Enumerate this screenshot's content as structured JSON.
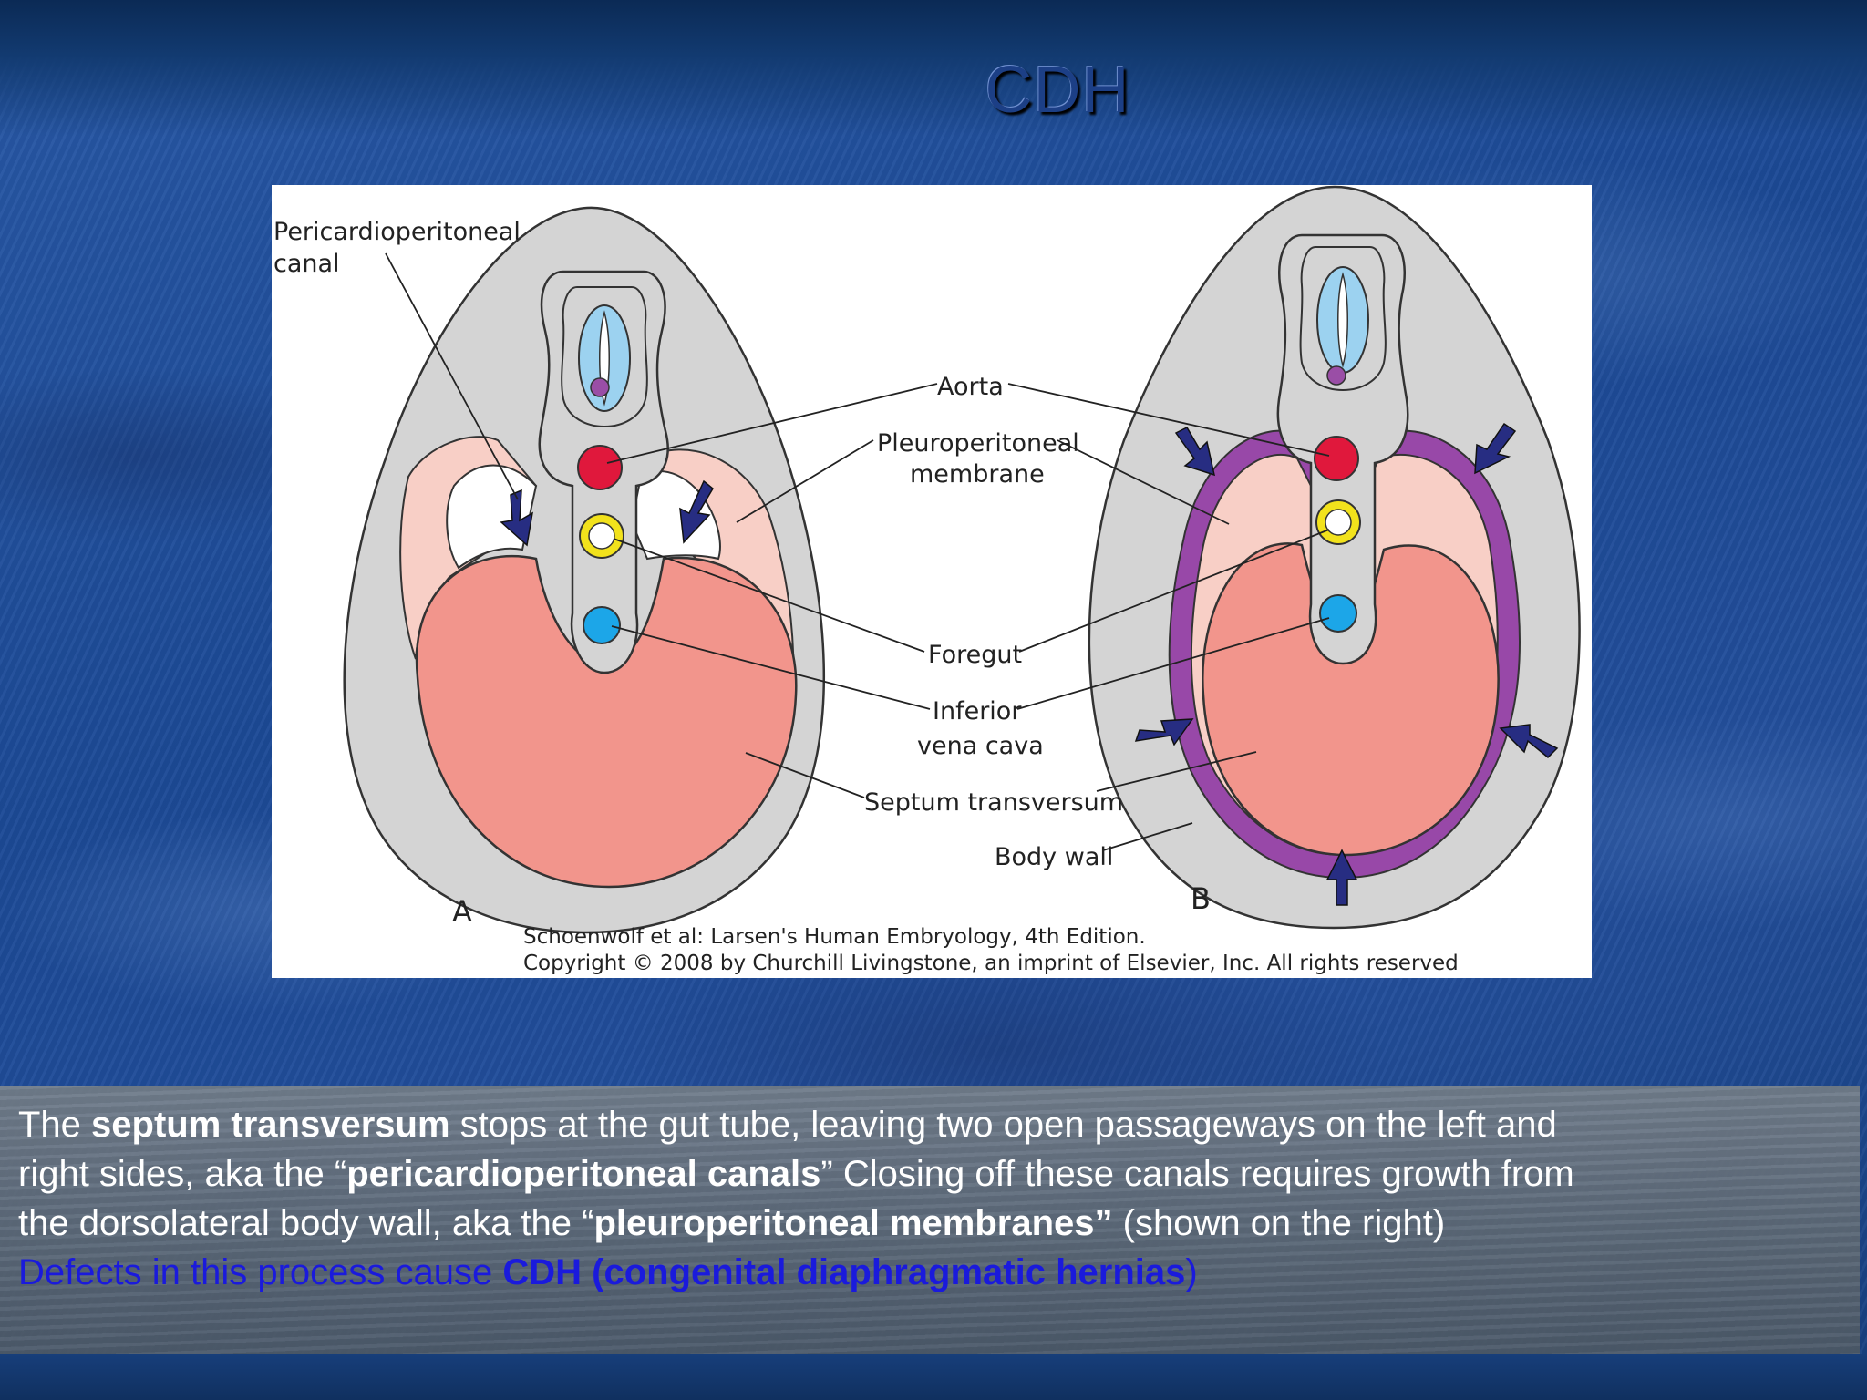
{
  "slide": {
    "title": "CDH"
  },
  "figure": {
    "panel_a_letter": "A",
    "panel_b_letter": "B",
    "labels": {
      "pericardioperitoneal_1": "Pericardioperitoneal",
      "pericardioperitoneal_2": "canal",
      "aorta": "Aorta",
      "pleuroperitoneal_1": "Pleuroperitoneal",
      "pleuroperitoneal_2": "membrane",
      "foregut": "Foregut",
      "ivc_1": "Inferior",
      "ivc_2": "vena cava",
      "septum": "Septum transversum",
      "body_wall": "Body wall"
    },
    "credit_1": "Schoenwolf et al: Larsen's Human Embryology, 4th Edition.",
    "credit_2": "Copyright © 2008 by Churchill Livingstone, an imprint of Elsevier, Inc. All rights reserved",
    "colors": {
      "embryo_fill": "#d4d4d4",
      "pleural_pink": "#f8cfc6",
      "septum_pink": "#f2958c",
      "aorta_red": "#e0183c",
      "foregut_yellow": "#f2e21c",
      "ivc_blue": "#1ca6e8",
      "neural_blue": "#9cd2f0",
      "notochord_purple": "#9a4ea6",
      "membrane_purple": "#9848a8",
      "arrow_navy": "#272d82"
    }
  },
  "caption": {
    "l1_a": "The ",
    "l1_b": "septum transversum",
    "l1_c": " stops at the gut tube, leaving two open passageways on the left and",
    "l2_a": "right sides, aka the “",
    "l2_b": "pericardioperitoneal canals",
    "l2_c": "” Closing off these canals requires growth from",
    "l3_a": " the dorsolateral body wall, aka the “",
    "l3_b": "pleuroperitoneal membranes”",
    "l3_c": " (shown on the right)",
    "l4_a": "Defects in this process cause ",
    "l4_b": "CDH (congenital diaphragmatic hernias",
    "l4_c": ")"
  }
}
